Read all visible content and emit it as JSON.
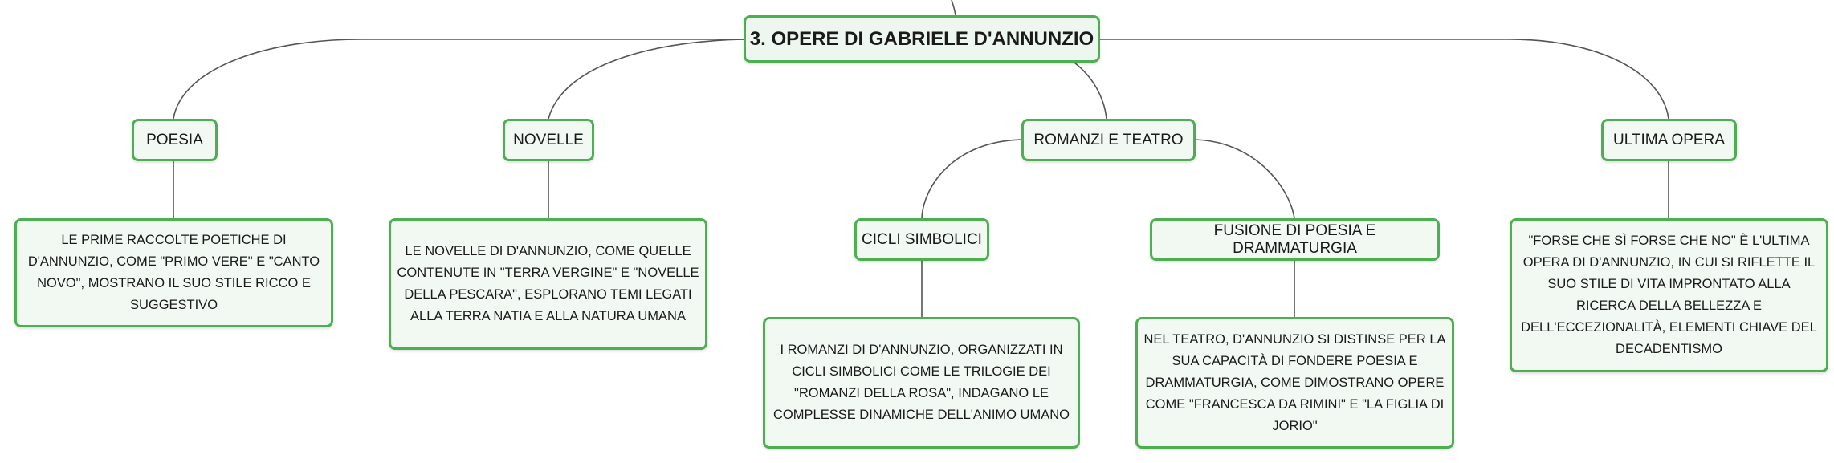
{
  "map": {
    "root": "3. OPERE DI GABRIELE D'ANNUNZIO",
    "topics": {
      "poesia": "POESIA",
      "novelle": "NOVELLE",
      "romanzi": "ROMANZI E TEATRO",
      "ultima": "ULTIMA OPERA"
    },
    "subtopics": {
      "cicli": "CICLI SIMBOLICI",
      "fusione": "FUSIONE DI POESIA E DRAMMATURGIA"
    },
    "details": {
      "poesia": "LE PRIME RACCOLTE POETICHE DI D'ANNUNZIO, COME \"PRIMO VERE\" E \"CANTO NOVO\", MOSTRANO IL SUO STILE RICCO E SUGGESTIVO",
      "novelle": "LE NOVELLE DI D'ANNUNZIO, COME QUELLE CONTENUTE IN \"TERRA VERGINE\" E \"NOVELLE DELLA PESCARA\", ESPLORANO TEMI LEGATI ALLA TERRA NATIA E ALLA NATURA UMANA",
      "cicli": "I ROMANZI DI D'ANNUNZIO, ORGANIZZATI IN CICLI SIMBOLICI COME LE TRILOGIE DEI \"ROMANZI DELLA ROSA\", INDAGANO LE COMPLESSE DINAMICHE DELL'ANIMO UMANO",
      "fusione": "NEL TEATRO, D'ANNUNZIO SI DISTINSE PER LA SUA CAPACITÀ DI FONDERE POESIA E DRAMMATURGIA, COME DIMOSTRANO OPERE COME \"FRANCESCA DA RIMINI\" E \"LA FIGLIA DI JORIO\"",
      "ultima": "\"FORSE CHE SÌ FORSE CHE NO\" È L'ULTIMA OPERA DI D'ANNUNZIO, IN CUI SI RIFLETTE IL SUO STILE DI VITA IMPRONTATO ALLA RICERCA DELLA BELLEZZA E DELL'ECCEZIONALITÀ, ELEMENTI CHIAVE DEL DECADENTISMO"
    }
  },
  "colors": {
    "border": "#4caf50",
    "fill": "#eef7ef",
    "connector": "#555555"
  }
}
